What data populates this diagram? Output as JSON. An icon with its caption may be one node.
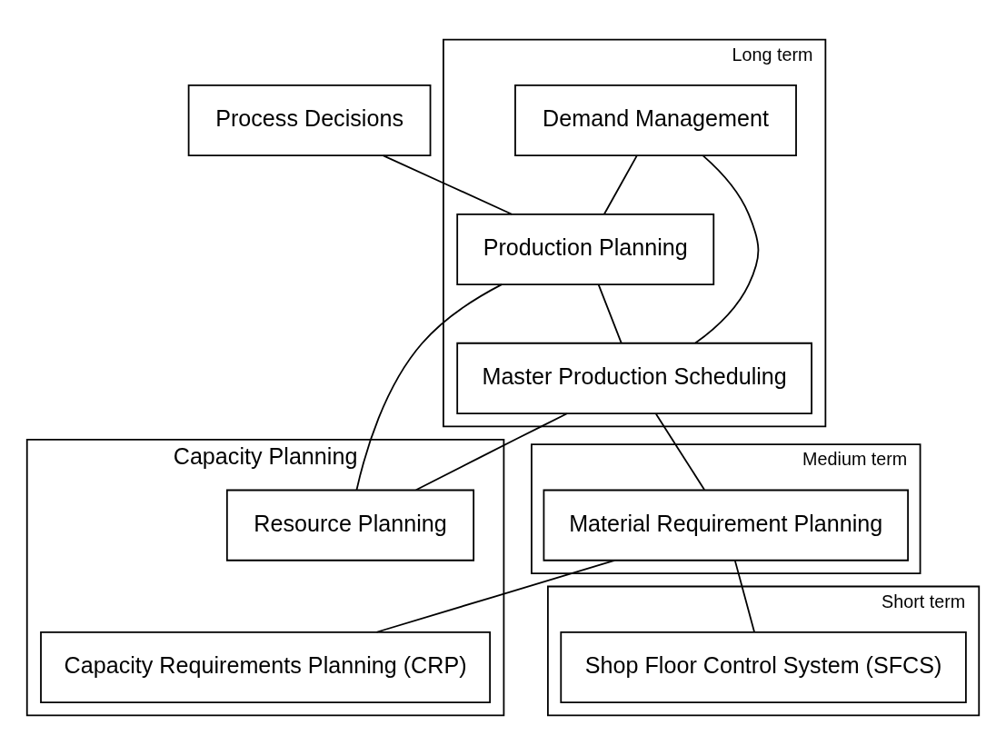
{
  "diagram": {
    "nodes": [
      {
        "text": [
          "Process Decisions"
        ]
      },
      {
        "text": [
          "Long term"
        ]
      },
      {
        "text": [
          "Demand Management"
        ],
        "in": 1
      },
      {
        "text": [
          "Production Planning"
        ],
        "in": 1
      },
      {
        "text": [
          "Capacity Planning"
        ]
      },
      {
        "text": [
          "Resource Planning"
        ],
        "in": 4
      },
      {
        "text": [
          "Master Production Scheduling"
        ],
        "in": 1
      },
      {
        "text": [
          "Medium term"
        ]
      },
      {
        "text": [
          "Material Requirement Planning"
        ],
        "in": 7
      },
      {
        "text": [
          "Capacity Requirements Planning (CRP)"
        ],
        "in": 4
      },
      {
        "text": [
          "Short term"
        ]
      },
      {
        "text": [
          "Shop Floor Control System (SFCS)"
        ],
        "in": 10
      }
    ],
    "edges": [
      {
        "from": 0,
        "to": 3,
        "arrow": "none"
      },
      {
        "from": 2,
        "to": 3,
        "arrow": "none"
      },
      {
        "from": 2,
        "to": 6,
        "arrow": "none"
      },
      {
        "from": 3,
        "to": 6,
        "arrow": "none"
      },
      {
        "from": 3,
        "to": 5,
        "arrow": "none"
      },
      {
        "from": 6,
        "to": 5,
        "arrow": "none"
      },
      {
        "from": 6,
        "to": 8,
        "arrow": "none"
      },
      {
        "from": 8,
        "to": 9,
        "arrow": "none"
      },
      {
        "from": 8,
        "to": 11,
        "arrow": "none"
      }
    ]
  }
}
